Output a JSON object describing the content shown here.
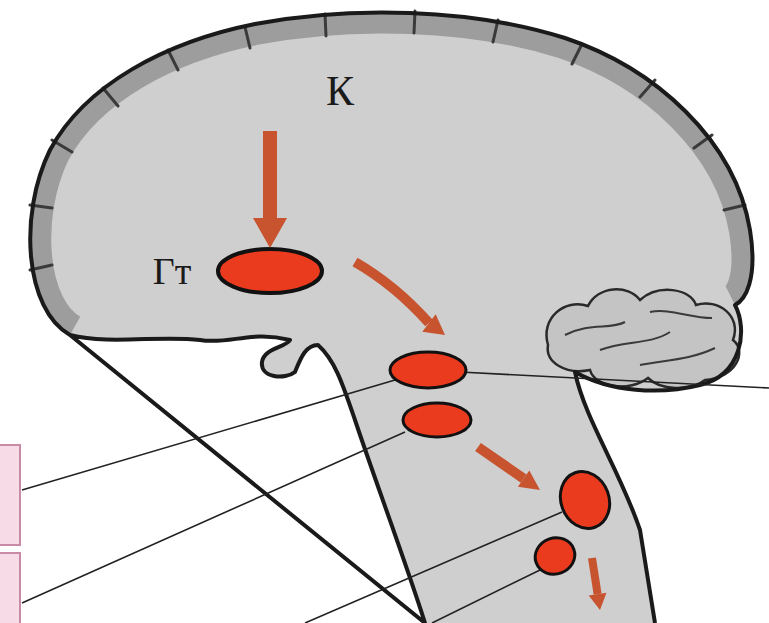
{
  "diagram": {
    "nodes": [
      {
        "text": [
          "К"
        ]
      },
      {
        "text": [
          "Гт"
        ]
      }
    ],
    "edges": [
      {
        "from": 0,
        "to": 1,
        "arrow": "to"
      }
    ]
  }
}
